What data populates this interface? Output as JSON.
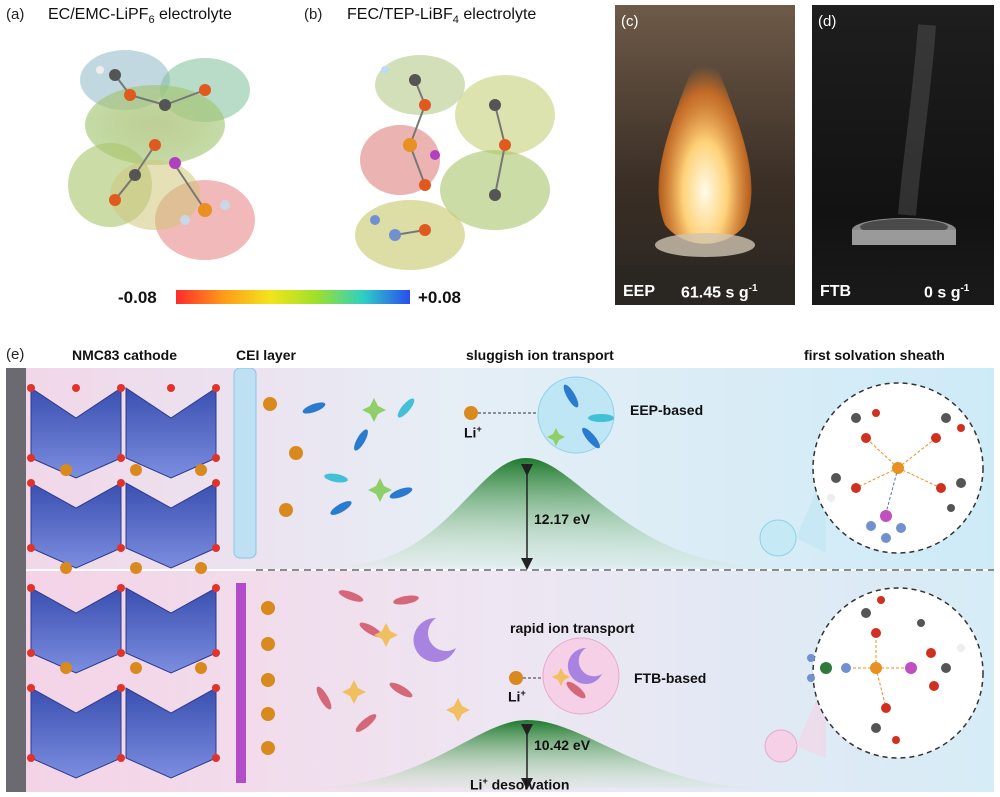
{
  "panel_a": {
    "label": "(a)",
    "title_main": "EC/EMC-LiPF",
    "title_sub": "6",
    "title_tail": " electrolyte"
  },
  "panel_b": {
    "label": "(b)",
    "title_main": "FEC/TEP-LiBF",
    "title_sub": "4",
    "title_tail": " electrolyte"
  },
  "colorbar": {
    "min_label": "-0.08",
    "max_label": "+0.08",
    "colors": [
      "#ff2a2a",
      "#ff9a1a",
      "#f2e41c",
      "#9ee02a",
      "#2ecfc5",
      "#2a4cf0"
    ]
  },
  "panel_c": {
    "label": "(c)",
    "name": "EEP",
    "value": "61.45 s g",
    "sup": "-1"
  },
  "panel_d": {
    "label": "(d)",
    "name": "FTB",
    "value": "0 s g",
    "sup": "-1"
  },
  "panel_e": {
    "label": "(e)",
    "cathode": "NMC83 cathode",
    "cei": "CEI layer",
    "top_title": "sluggish ion transport",
    "top_li": "Li",
    "top_li_sup": "+",
    "top_sheath": "EEP-based",
    "top_energy": "12.17 eV",
    "bottom_title": "rapid ion transport",
    "bottom_li": "Li",
    "bottom_li_sup": "+",
    "bottom_sheath": "FTB-based",
    "bottom_energy": "10.42 eV",
    "desolvation_li": "Li",
    "desolvation_sup": "+",
    "desolvation_tail": " desolvation",
    "sheath_title": "first solvation sheath",
    "colors": {
      "top_bg": "#d6eef8",
      "bottom_bg": "#f6dcea",
      "barrier": "#2c8a3a",
      "li_ion": "#e0901e"
    }
  }
}
